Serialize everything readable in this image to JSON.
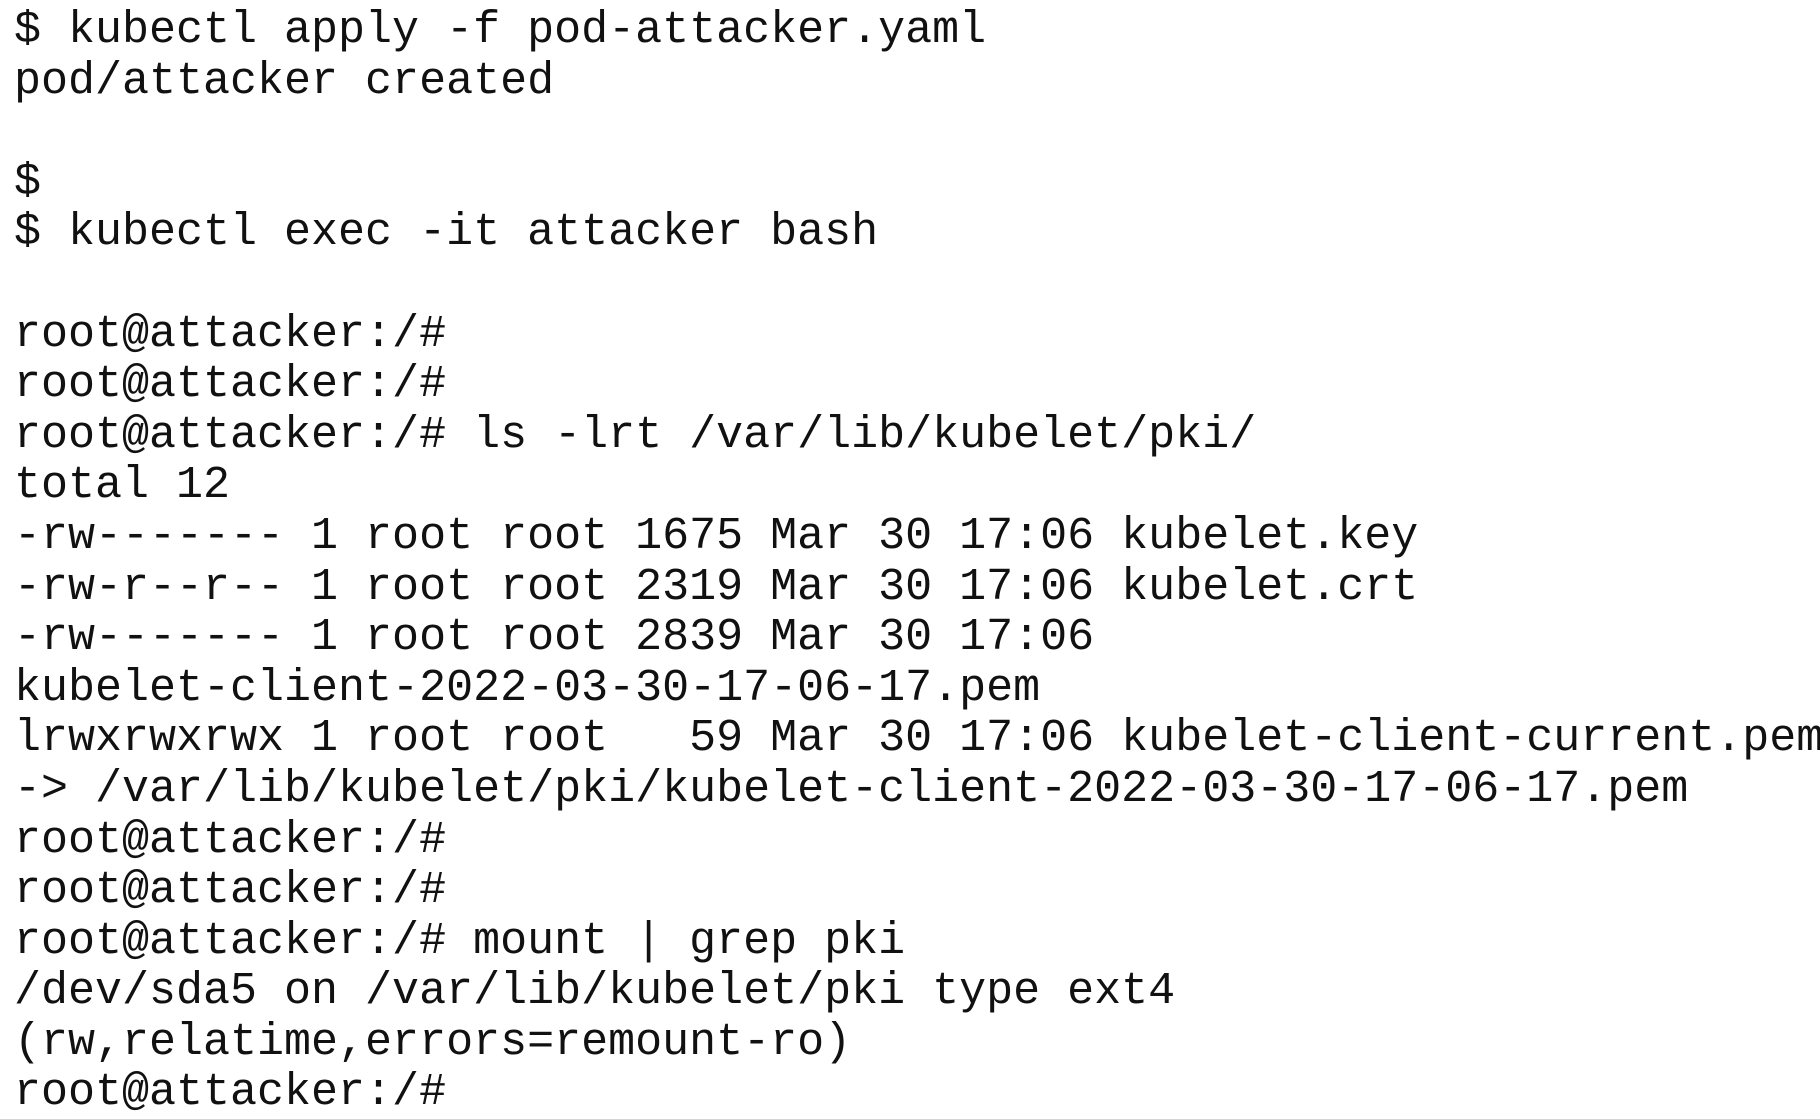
{
  "terminal": {
    "colors": {
      "background": "#ffffff",
      "text": "#111111"
    },
    "lines": [
      "$ kubectl apply -f pod-attacker.yaml",
      "pod/attacker created",
      "",
      "$",
      "$ kubectl exec -it attacker bash",
      "",
      "root@attacker:/#",
      "root@attacker:/#",
      "root@attacker:/# ls -lrt /var/lib/kubelet/pki/",
      "total 12",
      "-rw------- 1 root root 1675 Mar 30 17:06 kubelet.key",
      "-rw-r--r-- 1 root root 2319 Mar 30 17:06 kubelet.crt",
      "-rw------- 1 root root 2839 Mar 30 17:06",
      "kubelet-client-2022-03-30-17-06-17.pem",
      "lrwxrwxrwx 1 root root   59 Mar 30 17:06 kubelet-client-current.pem",
      "-> /var/lib/kubelet/pki/kubelet-client-2022-03-30-17-06-17.pem",
      "root@attacker:/#",
      "root@attacker:/#",
      "root@attacker:/# mount | grep pki",
      "/dev/sda5 on /var/lib/kubelet/pki type ext4",
      "(rw,relatime,errors=remount-ro)",
      "root@attacker:/#"
    ]
  }
}
